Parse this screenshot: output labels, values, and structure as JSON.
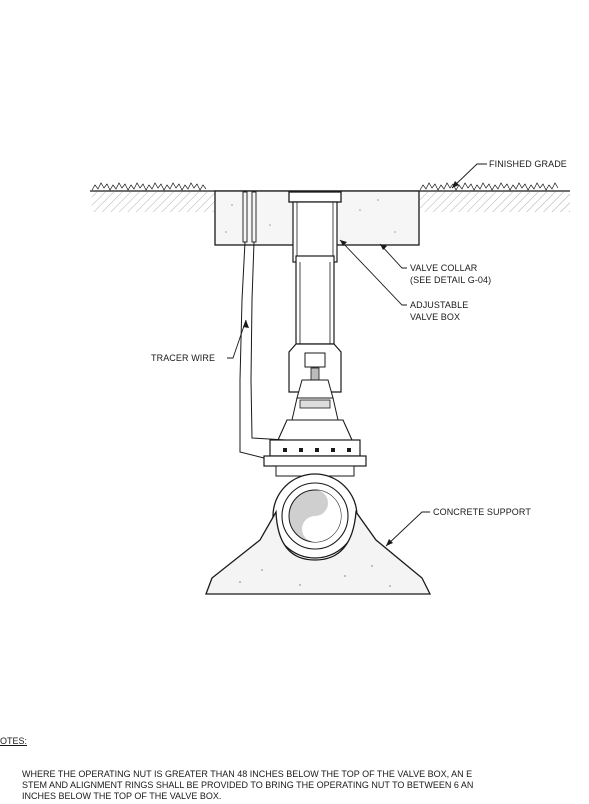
{
  "labels": {
    "finished_grade": "FINISHED GRADE",
    "valve_collar_1": "VALVE COLLAR",
    "valve_collar_2": "(SEE DETAIL G-04)",
    "adjustable_1": "ADJUSTABLE",
    "adjustable_2": "VALVE BOX",
    "tracer_wire": "TRACER WIRE",
    "concrete_support": "CONCRETE SUPPORT"
  },
  "notes": {
    "title": "OTES:",
    "lines": [
      "WHERE THE OPERATING NUT IS GREATER THAN 48 INCHES BELOW THE TOP OF THE VALVE BOX, AN E",
      "STEM AND ALIGNMENT RINGS SHALL BE PROVIDED TO BRING THE OPERATING NUT TO BETWEEN 6 AN",
      "INCHES BELOW THE TOP OF THE VALVE BOX."
    ]
  },
  "colors": {
    "line": "#1a1a1a",
    "concrete_fill": "#f4f4f4",
    "pipe_core": "#cfcfcf"
  }
}
